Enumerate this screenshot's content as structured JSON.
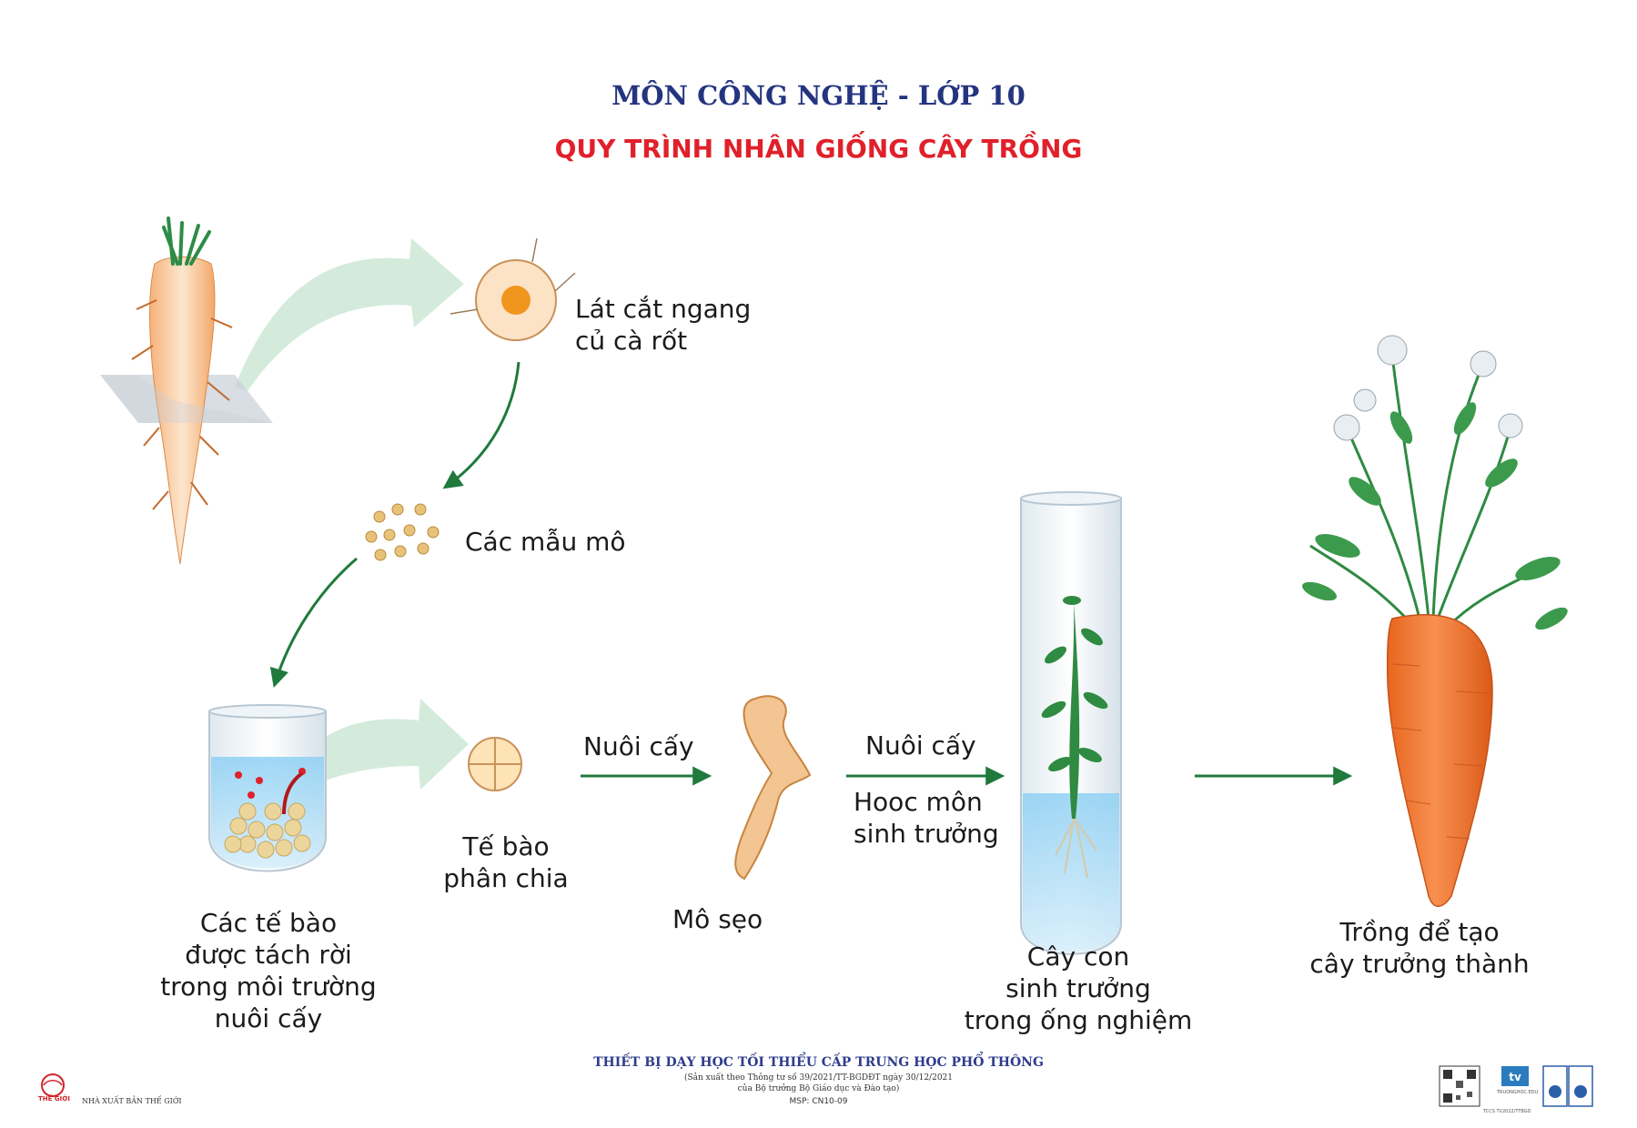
{
  "header": {
    "subject": "MÔN CÔNG NGHỆ - LỚP 10",
    "title": "QUY TRÌNH NHÂN GIỐNG CÂY TRỒNG"
  },
  "labels": {
    "cross_section": [
      "Lát cắt ngang",
      "củ cà rốt"
    ],
    "tissue_samples": "Các mẫu mô",
    "separated_cells": [
      "Các tế bào",
      "được tách rời",
      "trong môi trường",
      "nuôi cấy"
    ],
    "dividing_cells": [
      "Tế bào",
      "phân chia"
    ],
    "culture_1": "Nuôi cấy",
    "callus": "Mô sẹo",
    "culture_2": "Nuôi cấy",
    "hormone": [
      "Hooc môn",
      "sinh trưởng"
    ],
    "seedling": [
      "Cây con",
      "sinh trưởng",
      "trong ống nghiệm"
    ],
    "mature": [
      "Trồng để tạo",
      "cây trưởng thành"
    ]
  },
  "footer": {
    "equipment_title": "THIẾT BỊ DẠY HỌC TỐI THIỂU CẤP TRUNG HỌC PHỔ THÔNG",
    "circular": "(Sản xuất theo Thông tư số 39/2021/TT-BGDĐT ngày 30/12/2021",
    "ministry": "của Bộ trưởng Bộ Giáo dục và Đào tạo)",
    "msp": "MSP: CN10-09",
    "publisher_logo_text": "THẾ GIỚI",
    "publisher": "NHÀ XUẤT BẢN THẾ GIỚI",
    "brand_logo_text": "TRUONGHOC.EDU",
    "cert_text": "TCCS TV2022/TTBGD"
  },
  "colors": {
    "subject": "#24347f",
    "title": "#e0202a",
    "arrow": "#1f7a3c",
    "big_arrow": "#cfe9d8",
    "carrot": "#f07a2c"
  }
}
